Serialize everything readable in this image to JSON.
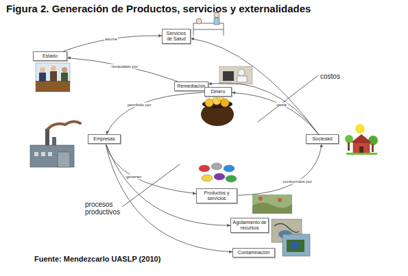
{
  "diagram": {
    "title": "Figura 2. Generación de Productos, servicios y externalidades",
    "caption": "Fuente: Mendezcarlo UASLP (2010)",
    "nodes": [
      {
        "text": [
          "Servicios de Salud"
        ]
      },
      {
        "text": [
          "Estado"
        ]
      },
      {
        "text": [
          "Remediación"
        ]
      },
      {
        "text": [
          "Dinero"
        ]
      },
      {
        "text": [
          "Empresas"
        ]
      },
      {
        "text": [
          "Sociedad"
        ]
      },
      {
        "text": [
          "Productos y servicios"
        ]
      },
      {
        "text": [
          "Agotamiento de recursos"
        ]
      },
      {
        "text": [
          "Contaminación"
        ]
      }
    ],
    "edges": [
      {
        "from": 1,
        "to": 0,
        "label": "asume",
        "arrow": "to"
      },
      {
        "from": 2,
        "to": 1,
        "label": "recaudado por",
        "arrow": "to"
      },
      {
        "from": 3,
        "to": 4,
        "label": "percibido por",
        "arrow": "to"
      },
      {
        "from": 4,
        "to": 6,
        "label": "generan",
        "arrow": "to"
      },
      {
        "from": 4,
        "to": 7,
        "arrow": "to"
      },
      {
        "from": 4,
        "to": 8,
        "arrow": "to"
      },
      {
        "from": 6,
        "to": 5,
        "label": "consumidos por",
        "arrow": "to"
      },
      {
        "from": 5,
        "to": 3,
        "label": "gasta",
        "arrow": "to"
      },
      {
        "from": 5,
        "to": 2,
        "arrow": "to"
      },
      {
        "from": 5,
        "to": 0,
        "arrow": "to"
      }
    ],
    "labels": [
      "costos",
      "procesos productivos"
    ]
  }
}
